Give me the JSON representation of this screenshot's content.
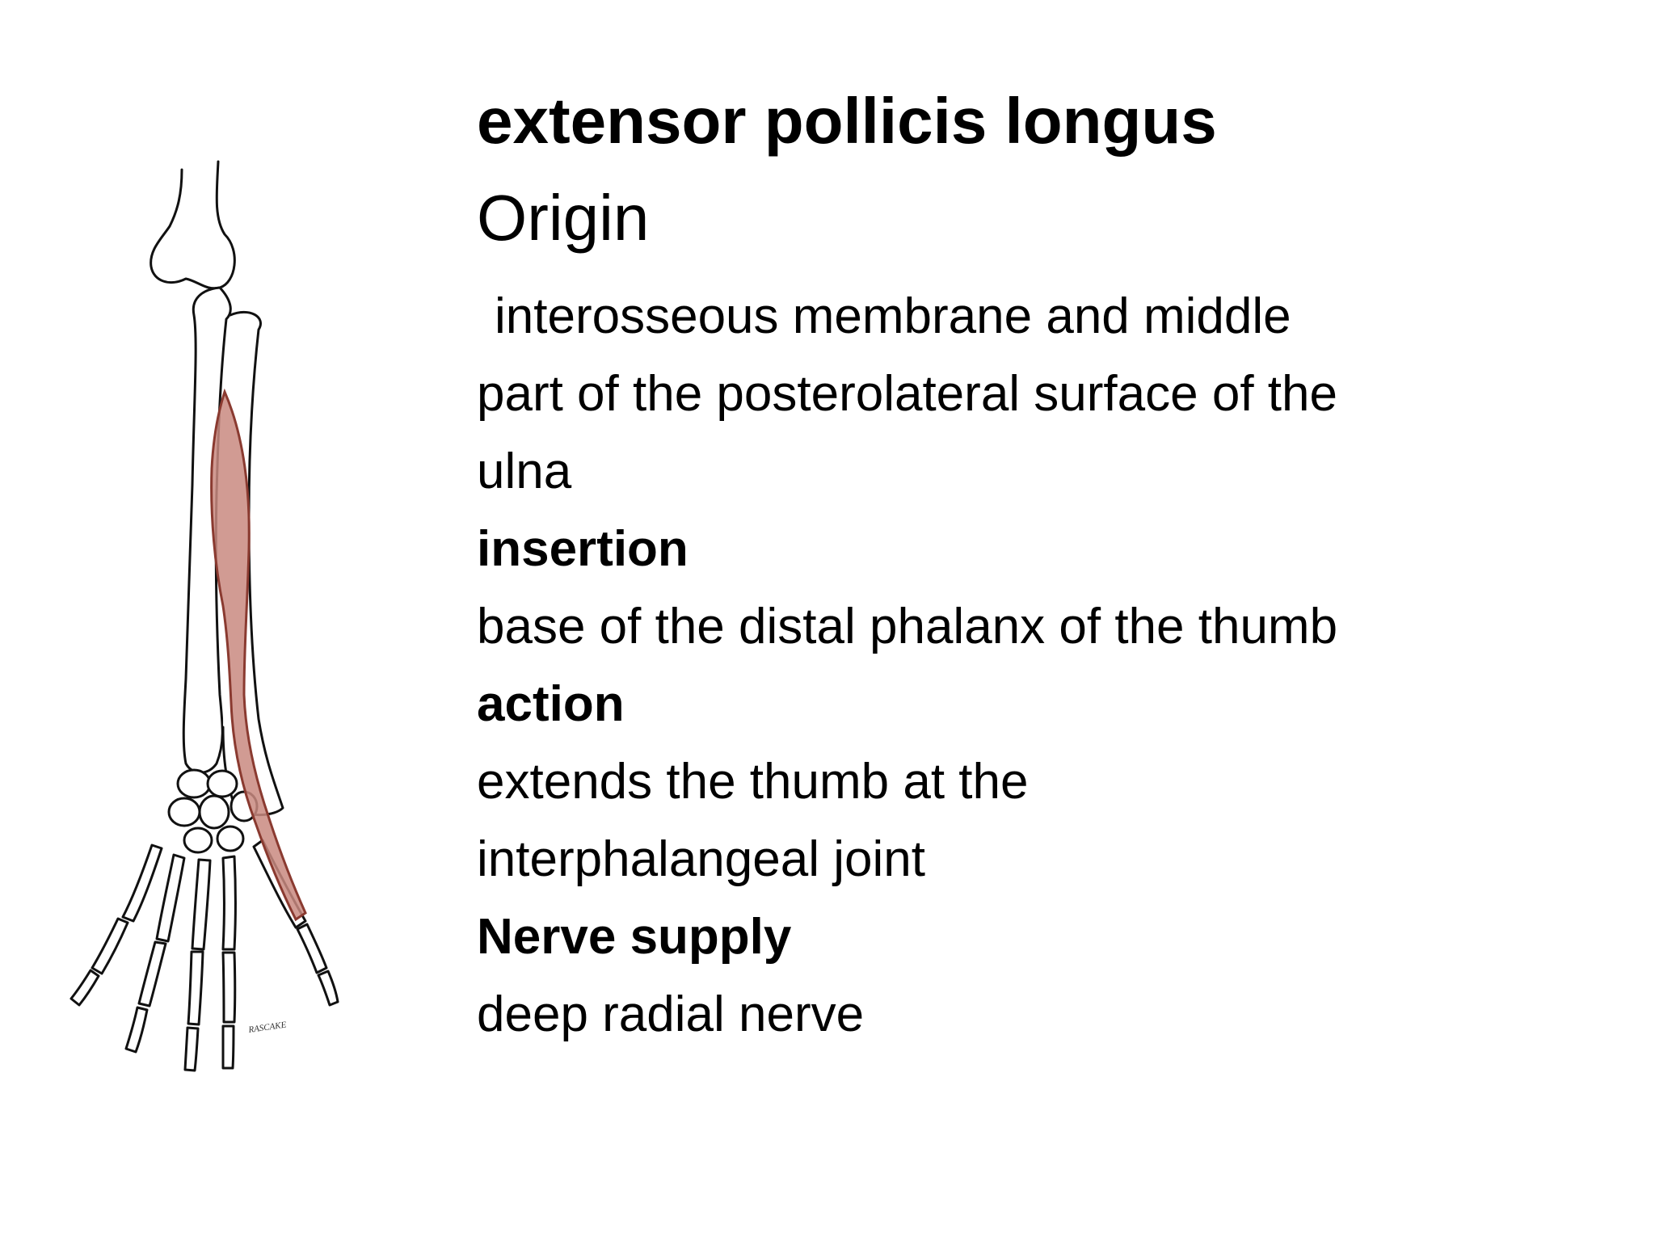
{
  "slide": {
    "title": "extensor pollicis longus",
    "origin_heading": "Origin",
    "origin_lines": [
      "interosseous membrane and middle",
      "part of the posterolateral surface of the",
      "ulna"
    ],
    "insertion_heading": "insertion",
    "insertion_text": "base of the distal phalanx of the thumb",
    "action_heading": "action",
    "action_lines": [
      "extends the thumb at the",
      "interphalangeal joint"
    ],
    "nerve_heading": "Nerve supply",
    "nerve_text": "deep radial nerve"
  },
  "illustration": {
    "signature": "RASCAKE",
    "muscle_color": "#c98a80",
    "muscle_stroke": "#8a3a30",
    "bone_stroke": "#111111"
  }
}
